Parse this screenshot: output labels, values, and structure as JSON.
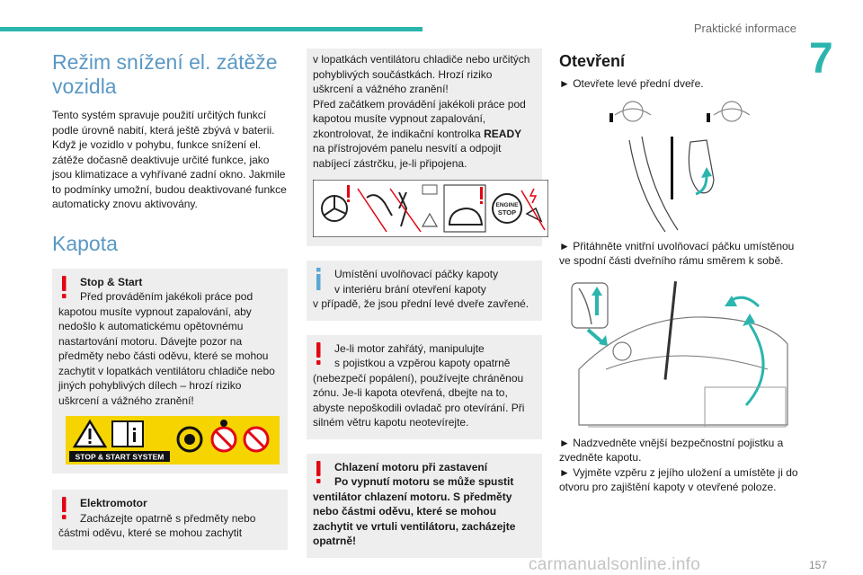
{
  "header": {
    "title": "Praktické informace",
    "chapter": "7"
  },
  "col1": {
    "heading": "Režim snížení el. zátěže vozidla",
    "paragraph": "Tento systém spravuje použití určitých funkcí podle úrovně nabití, která ještě zbývá v baterii. Když je vozidlo v pohybu, funkce snížení el. zátěže dočasně deaktivuje určité funkce, jako jsou klimatizace a vyhřívané zadní okno. Jakmile to podmínky umožní, budou deaktivované funkce automaticky znovu aktivovány.",
    "hood_heading": "Kapota",
    "warning1": {
      "title": "Stop & Start",
      "line1": "Před prováděním jakékoli práce pod",
      "rest": "kapotou musíte vypnout zapalování, aby nedošlo k automatickému opětovnému nastartování motoru. Dávejte pozor na předměty nebo části oděvu, které se mohou zachytit v lopatkách ventilátoru chladiče nebo jiných pohyblivých dílech – hrozí riziko uškrcení a vážného zranění!",
      "label_stop_start": "STOP & START SYSTEM"
    },
    "warning2": {
      "title": "Elektromotor",
      "line1": "Zacházejte opatrně s předměty nebo",
      "rest": "částmi oděvu, které se mohou zachytit"
    }
  },
  "col2": {
    "box1_text": "v lopatkách ventilátoru chladiče nebo určitých pohyblivých součástkách. Hrozí riziko uškrcení a vážného zranění!",
    "box1_text2_before": "Před začátkem provádění jakékoli práce pod kapotou musíte vypnout zapalování, zkontrolovat, že indikační kontrolka",
    "box1_ready": "READY",
    "box1_text2_after": "na přístrojovém panelu nesvítí a odpojit nabíjecí zástrčku, je-li připojena.",
    "engine_stop_label1": "ENGINE",
    "engine_stop_label2": "STOP",
    "info": {
      "line1": "Umístění uvolňovací páčky kapoty",
      "line2": "v interiéru brání otevření kapoty",
      "rest": "v případě, že jsou přední levé dveře zavřené."
    },
    "warning3": {
      "line1": "Je-li motor zahřátý, manipulujte",
      "line2": "s pojistkou a vzpěrou kapoty opatrně",
      "rest": "(nebezpečí popálení), používejte chráněnou zónu. Je-li kapota otevřená, dbejte na to, abyste nepoškodili ovladač pro otevírání. Při silném větru kapotu neotevírejte."
    },
    "warning4": {
      "line1": "Chlazení motoru při zastavení",
      "line2": "Po vypnutí motoru se může spustit",
      "rest": "ventilátor chlazení motoru. S předměty nebo částmi oděvu, které se mohou zachytit ve vrtuli ventilátoru, zacházejte opatrně!"
    }
  },
  "col3": {
    "heading": "Otevření",
    "step1": "► Otevřete levé přední dveře.",
    "step2": "► Přitáhněte vnitřní uvolňovací páčku umístěnou ve spodní části dveřního rámu směrem k sobě.",
    "step3": "► Nadzvedněte vnější bezpečnostní pojistku a zvedněte kapotu.",
    "step4": "► Vyjměte vzpěru z jejího uložení a umístěte ji do otvoru pro zajištění kapoty v otevřené poloze."
  },
  "footer": {
    "page": "157",
    "watermark": "carmanualsonline.info"
  },
  "colors": {
    "accent": "#2bb5ae",
    "heading_blue": "#5a98c4",
    "warning_red": "#e30613",
    "info_blue": "#5aa7d6",
    "box_bg": "#eeeeee"
  }
}
